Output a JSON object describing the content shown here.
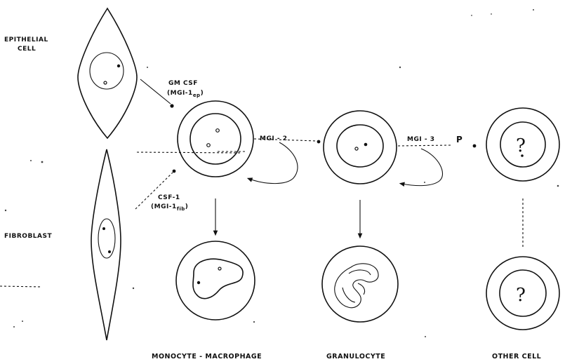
{
  "labels": {
    "epithelial_line1": "EPITHELIAL",
    "epithelial_line2": "CELL",
    "fibroblast": "FIBROBLAST",
    "gm_csf": "GM  CSF",
    "mgi1_ep": "(MGI-1",
    "mgi1_ep_sub": "ep",
    "csf1": "CSF-1",
    "mgi1_fib": "(MGI-1",
    "mgi1_fib_sub": "fib",
    "mgi2": "MGI - 2",
    "mgi3": "MGI - 3",
    "p": "P",
    "question": "?",
    "monocyte_macrophage": "MONOCYTE - MACROPHAGE",
    "granulocyte": "GRANULOCYTE",
    "other_cell": "OTHER  CELL"
  },
  "colors": {
    "ink": "#111111",
    "background": "#ffffff"
  }
}
